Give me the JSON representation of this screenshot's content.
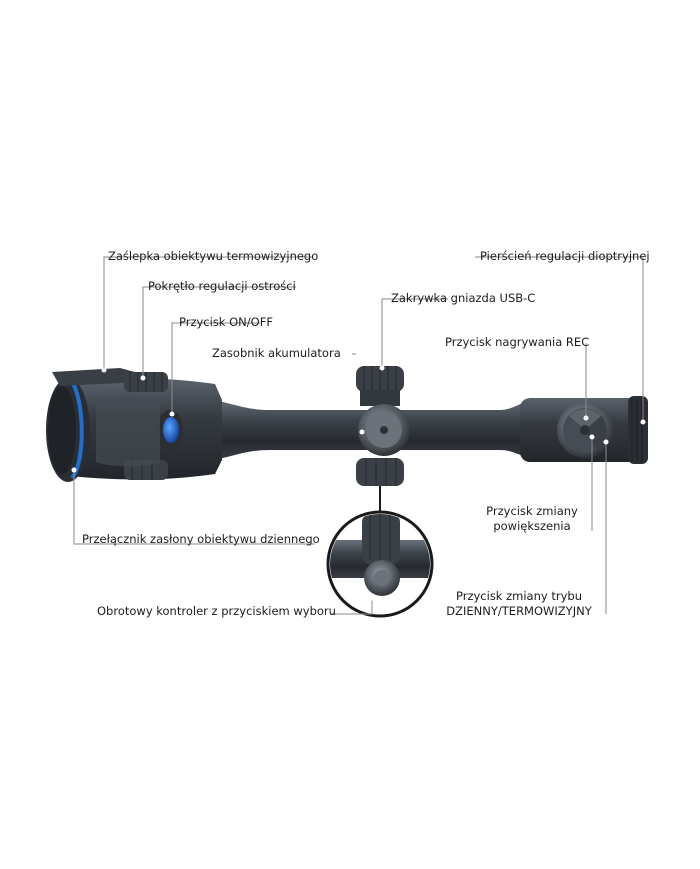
{
  "labels": {
    "objective_cap": "Zaślepka obiektywu termowizyjnego",
    "focus_knob": "Pokrętło regulacji ostrości",
    "power_button": "Przycisk ON/OFF",
    "battery_compartment": "Zasobnik akumulatora",
    "usb_cover": "Zakrywka gniazda USB-C",
    "diopter_ring": "Pierścień regulacji dioptryjnej",
    "rec_button": "Przycisk nagrywania REC",
    "zoom_button_line1": "Przycisk zmiany",
    "zoom_button_line2": "powiększenia",
    "day_lens_switch": "Przełącznik zasłony obiektywu dziennego",
    "mode_button_line1": "Przycisk zmiany trybu",
    "mode_button_line2": "DZIENNY/TERMOWIZYJNY",
    "rotary_controller": "Obrotowy kontroler z przyciskiem wyboru"
  },
  "colors": {
    "body": "#3c4249",
    "accent": "#1e6fd0",
    "line": "#8a8a8a"
  }
}
